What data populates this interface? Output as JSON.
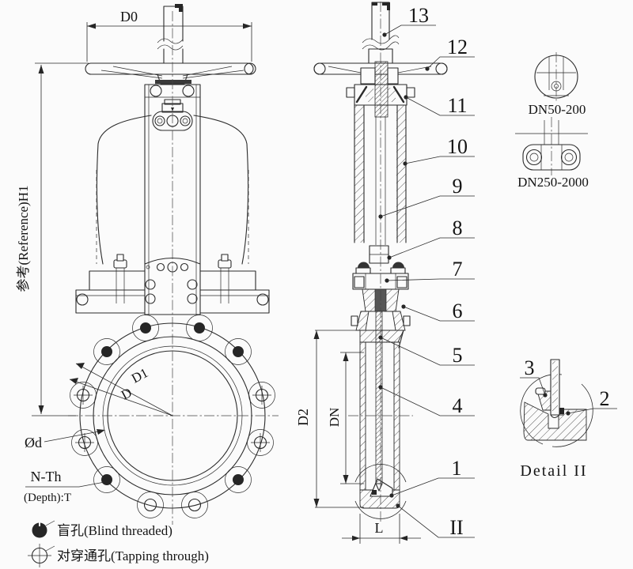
{
  "front_view": {
    "dim_d0": "D0",
    "dim_h1": "参考(Reference)H1",
    "dim_d1": "D1",
    "dim_d": "D",
    "dim_od": "Ød",
    "dim_nth": "N-Th",
    "dim_depth": "(Depth):T"
  },
  "side_view": {
    "dim_d2": "D2",
    "dim_dn": "DN",
    "dim_l": "L",
    "section_ii": "II"
  },
  "callouts": {
    "p1": "1",
    "p2": "2",
    "p3": "3",
    "p4": "4",
    "p5": "5",
    "p6": "6",
    "p7": "7",
    "p8": "8",
    "p9": "9",
    "p10": "10",
    "p11": "11",
    "p12": "12",
    "p13": "13"
  },
  "details": {
    "dn_small": "DN50-200",
    "dn_large": "DN250-2000",
    "detail_title": "Detail II"
  },
  "legend": {
    "blind": "盲孔(Blind threaded)",
    "through": "对穿通孔(Tapping through)"
  },
  "colors": {
    "ink": "#2b2b2b",
    "background": "#fbfbfb"
  }
}
